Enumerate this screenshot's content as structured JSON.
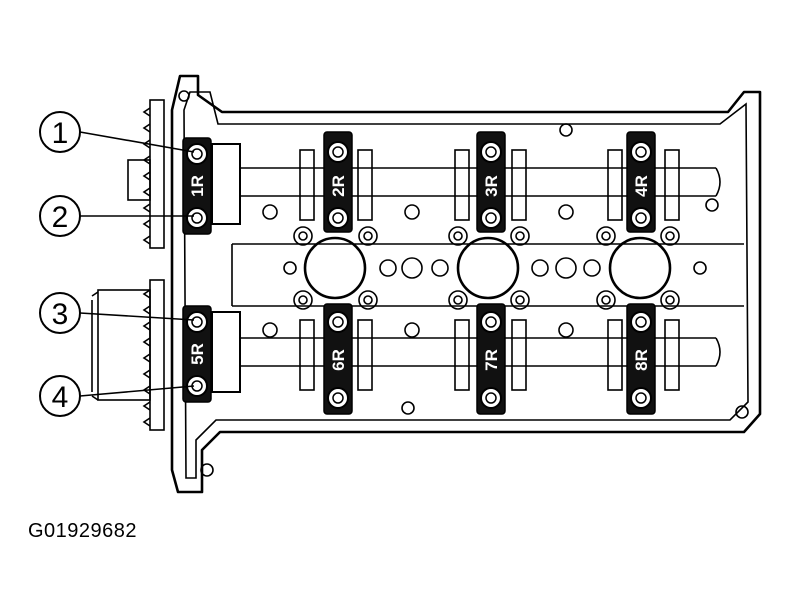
{
  "callouts": [
    {
      "number": "1"
    },
    {
      "number": "2"
    },
    {
      "number": "3"
    },
    {
      "number": "4"
    }
  ],
  "bearing_caps": [
    "1R",
    "2R",
    "3R",
    "4R",
    "5R",
    "6R",
    "7R",
    "8R"
  ],
  "figure_code": "G01929682"
}
